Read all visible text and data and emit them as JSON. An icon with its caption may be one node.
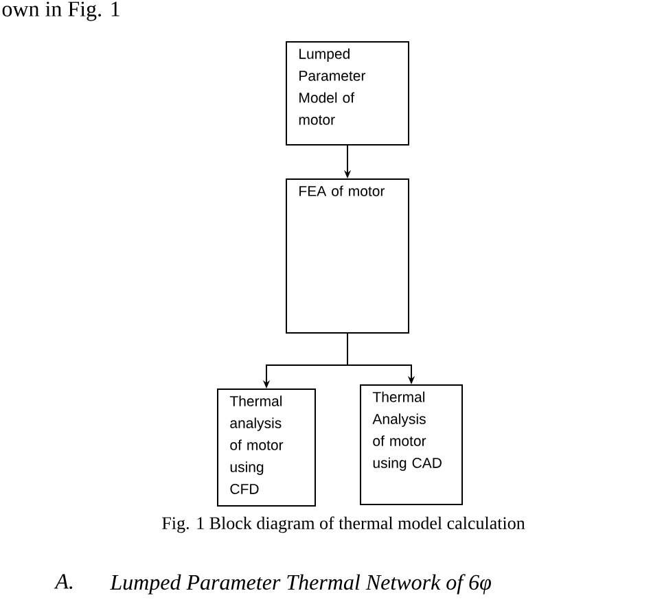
{
  "diagram": {
    "caption": "Fig. 1 Block diagram of thermal model calculation",
    "nodes": [
      {
        "text": [
          "Lumped Parameter Model of motor"
        ]
      },
      {
        "text": [
          "FEA of motor"
        ]
      },
      {
        "text": [
          "Thermal analysis of motor using CFD"
        ]
      },
      {
        "text": [
          "Thermal Analysis of motor using CAD"
        ]
      }
    ],
    "edges": [
      {
        "from": 0,
        "to": 1,
        "arrow": "to"
      },
      {
        "from": 1,
        "to": 2,
        "arrow": "to"
      },
      {
        "from": 1,
        "to": 3,
        "arrow": "to"
      }
    ],
    "labels": [
      "own in Fig. 1",
      "A.",
      "Lumped Parameter Thermal Network of 6φ"
    ]
  }
}
